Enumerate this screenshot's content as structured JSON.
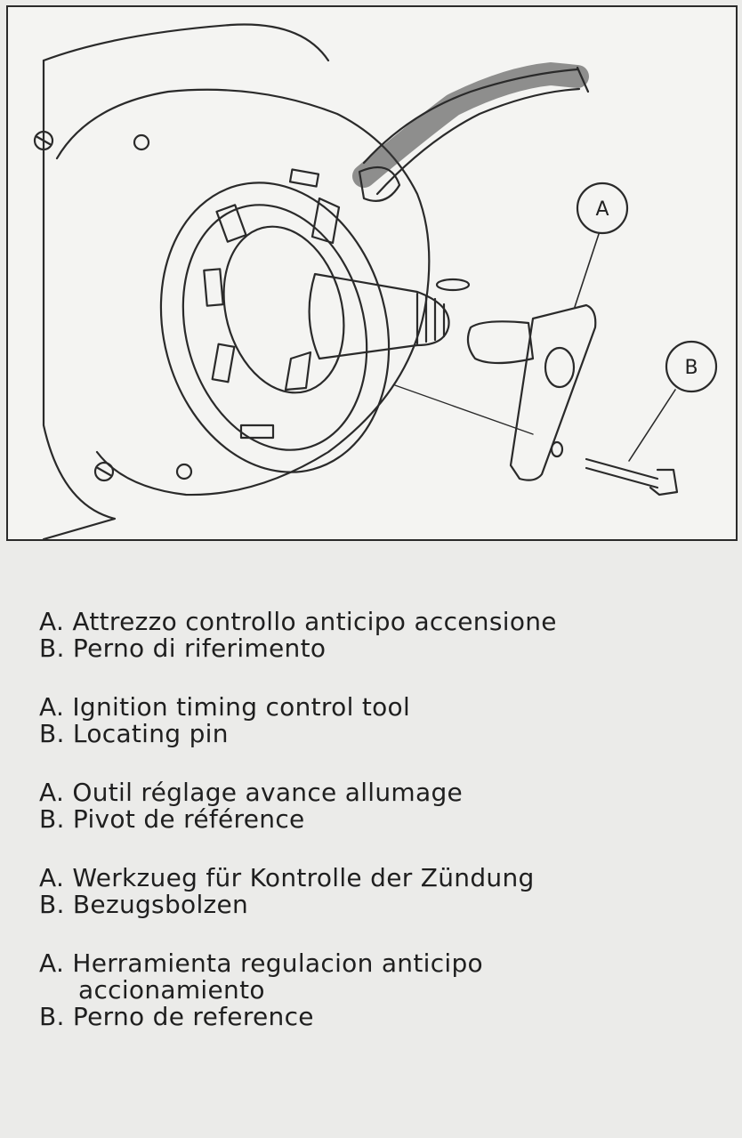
{
  "figure": {
    "callouts": [
      {
        "letter": "A"
      },
      {
        "letter": "B"
      }
    ]
  },
  "captions": [
    {
      "lang": "it",
      "lines": [
        "A. Attrezzo controllo anticipo accensione",
        "B. Perno di riferimento"
      ]
    },
    {
      "lang": "en",
      "lines": [
        "A. Ignition timing control tool",
        "B. Locating pin"
      ]
    },
    {
      "lang": "fr",
      "lines": [
        "A. Outil réglage avance allumage",
        "B. Pivot de référence"
      ]
    },
    {
      "lang": "de",
      "lines": [
        "A. Werkzueg für Kontrolle der Zündung",
        "B. Bezugsbolzen"
      ]
    },
    {
      "lang": "es",
      "lines": [
        "A. Herramienta regulacion anticipo",
        "accionamiento",
        "B. Perno de reference"
      ]
    }
  ]
}
